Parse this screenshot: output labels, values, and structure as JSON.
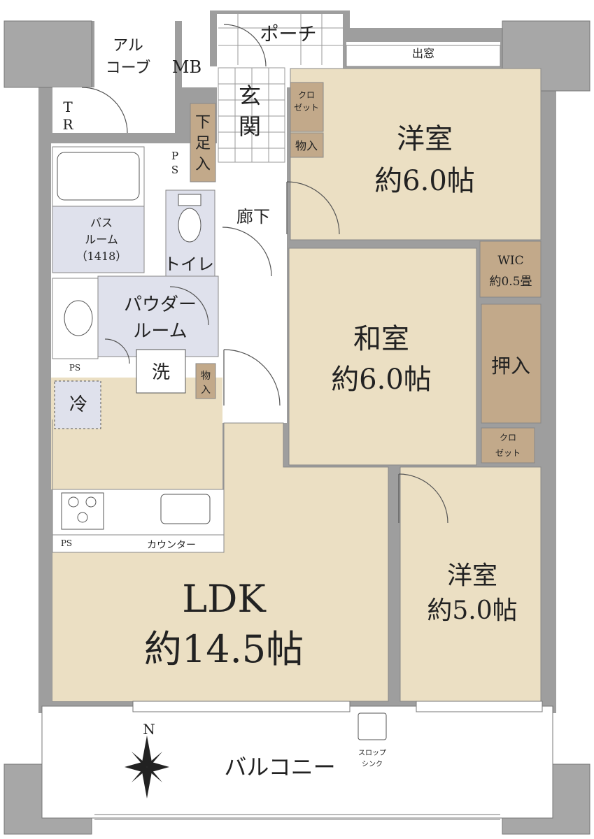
{
  "rooms": {
    "alcove": {
      "line1": "アル",
      "line2": "コーブ"
    },
    "mb": "MB",
    "tr": {
      "line1": "T",
      "line2": "R"
    },
    "porch": "ポーチ",
    "demado": "出窓",
    "genkan": {
      "line1": "玄",
      "line2": "関"
    },
    "shoes": {
      "line1": "下",
      "line2": "足",
      "line3": "入"
    },
    "ps_top": {
      "line1": "P",
      "line2": "S"
    },
    "closet_top": {
      "line1": "クロ",
      "line2": "ゼット"
    },
    "storage_top": "物入",
    "western1": {
      "name": "洋室",
      "size": "約6.0帖"
    },
    "hallway": "廊下",
    "bath": {
      "line1": "バス",
      "line2": "ルーム",
      "line3": "（1418）"
    },
    "toilet": "トイレ",
    "wic": {
      "line1": "WIC",
      "line2": "約0.5畳"
    },
    "washitsu": {
      "name": "和室",
      "size": "約6.0帖"
    },
    "powder": {
      "line1": "パウダー",
      "line2": "ルーム"
    },
    "oshiire": "押入",
    "washer": "洗",
    "storage_mid": {
      "line1": "物",
      "line2": "入"
    },
    "ps_mid": "PS",
    "fridge": "冷",
    "closet_mid": {
      "line1": "クロ",
      "line2": "ゼット"
    },
    "ps_kitchen": "PS",
    "counter": "カウンター",
    "ldk": {
      "name": "LDK",
      "size": "約14.5帖"
    },
    "western2": {
      "name": "洋室",
      "size": "約5.0帖"
    },
    "balcony": "バルコニー",
    "slop_sink": {
      "line1": "スロップ",
      "line2": "シンク"
    },
    "compass": "N"
  },
  "colors": {
    "room_tan": "#ebdfc3",
    "storage_brown": "#c2a98a",
    "wet_area": "#dfe1ec",
    "wall": "#9e9e9e",
    "column": "#a7a7a7"
  }
}
